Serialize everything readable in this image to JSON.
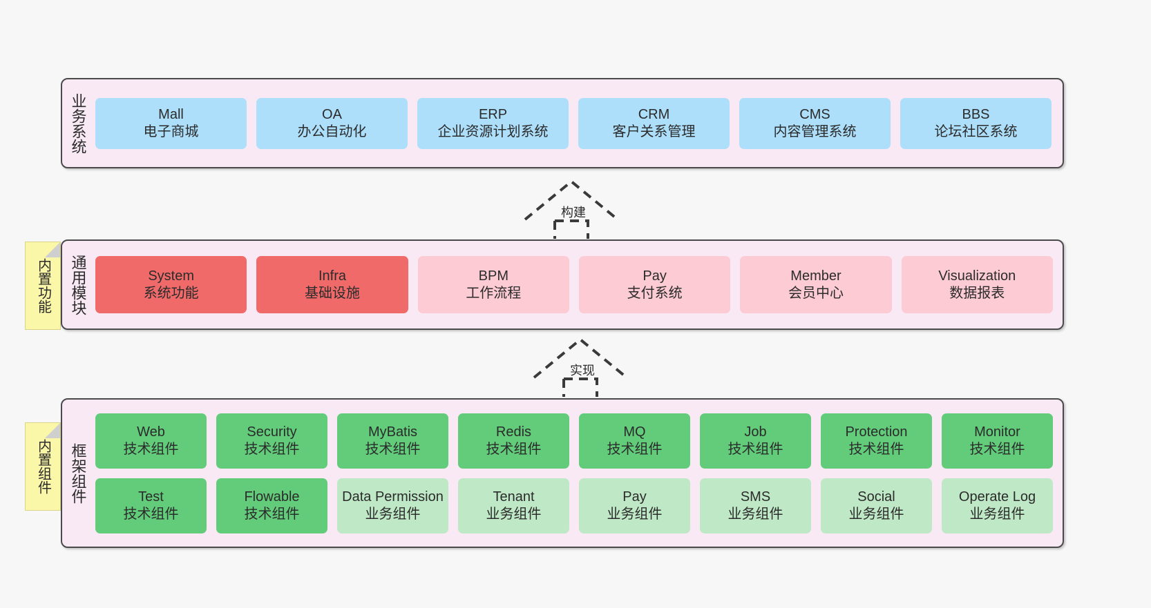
{
  "diagram": {
    "title": "",
    "background_color": "#f7f7f7",
    "layer_fill": "#f9e9f4",
    "layer_border": "#4a4a4a",
    "note_fill": "#fbf7a8"
  },
  "notes": [
    {
      "id": "note-features",
      "label": "内置功能"
    },
    {
      "id": "note-components",
      "label": "内置组件"
    }
  ],
  "connectors": [
    {
      "id": "arrow-build",
      "label": "构建",
      "style": "dashed-generalization"
    },
    {
      "id": "arrow-impl",
      "label": "实现",
      "style": "dashed-generalization"
    }
  ],
  "layers": [
    {
      "id": "layer-business",
      "title": "业务系统",
      "rows": [
        {
          "boxes": [
            {
              "en": "Mall",
              "cn": "电子商城",
              "color": "blue",
              "hex": "#addffb"
            },
            {
              "en": "OA",
              "cn": "办公自动化",
              "color": "blue",
              "hex": "#addffb"
            },
            {
              "en": "ERP",
              "cn": "企业资源计划系统",
              "color": "blue",
              "hex": "#addffb"
            },
            {
              "en": "CRM",
              "cn": "客户关系管理",
              "color": "blue",
              "hex": "#addffb"
            },
            {
              "en": "CMS",
              "cn": "内容管理系统",
              "color": "blue",
              "hex": "#addffb"
            },
            {
              "en": "BBS",
              "cn": "论坛社区系统",
              "color": "blue",
              "hex": "#addffb"
            }
          ]
        }
      ]
    },
    {
      "id": "layer-common",
      "title": "通用模块",
      "rows": [
        {
          "boxes": [
            {
              "en": "System",
              "cn": "系统功能",
              "color": "red",
              "hex": "#f16a6a"
            },
            {
              "en": "Infra",
              "cn": "基础设施",
              "color": "red",
              "hex": "#f16a6a"
            },
            {
              "en": "BPM",
              "cn": "工作流程",
              "color": "pink",
              "hex": "#fccbd4"
            },
            {
              "en": "Pay",
              "cn": "支付系统",
              "color": "pink",
              "hex": "#fccbd4"
            },
            {
              "en": "Member",
              "cn": "会员中心",
              "color": "pink",
              "hex": "#fccbd4"
            },
            {
              "en": "Visualization",
              "cn": "数据报表",
              "color": "pink",
              "hex": "#fccbd4"
            }
          ]
        }
      ]
    },
    {
      "id": "layer-framework",
      "title": "框架组件",
      "rows": [
        {
          "boxes": [
            {
              "en": "Web",
              "cn": "技术组件",
              "color": "green",
              "hex": "#62cc7b"
            },
            {
              "en": "Security",
              "cn": "技术组件",
              "color": "green",
              "hex": "#62cc7b"
            },
            {
              "en": "MyBatis",
              "cn": "技术组件",
              "color": "green",
              "hex": "#62cc7b"
            },
            {
              "en": "Redis",
              "cn": "技术组件",
              "color": "green",
              "hex": "#62cc7b"
            },
            {
              "en": "MQ",
              "cn": "技术组件",
              "color": "green",
              "hex": "#62cc7b"
            },
            {
              "en": "Job",
              "cn": "技术组件",
              "color": "green",
              "hex": "#62cc7b"
            },
            {
              "en": "Protection",
              "cn": "技术组件",
              "color": "green",
              "hex": "#62cc7b"
            },
            {
              "en": "Monitor",
              "cn": "技术组件",
              "color": "green",
              "hex": "#62cc7b"
            }
          ]
        },
        {
          "boxes": [
            {
              "en": "Test",
              "cn": "技术组件",
              "color": "green",
              "hex": "#62cc7b"
            },
            {
              "en": "Flowable",
              "cn": "技术组件",
              "color": "green",
              "hex": "#62cc7b"
            },
            {
              "en": "Data Permission",
              "cn": "业务组件",
              "color": "lightgreen",
              "hex": "#bfe9c6"
            },
            {
              "en": "Tenant",
              "cn": "业务组件",
              "color": "lightgreen",
              "hex": "#bfe9c6"
            },
            {
              "en": "Pay",
              "cn": "业务组件",
              "color": "lightgreen",
              "hex": "#bfe9c6"
            },
            {
              "en": "SMS",
              "cn": "业务组件",
              "color": "lightgreen",
              "hex": "#bfe9c6"
            },
            {
              "en": "Social",
              "cn": "业务组件",
              "color": "lightgreen",
              "hex": "#bfe9c6"
            },
            {
              "en": "Operate Log",
              "cn": "业务组件",
              "color": "lightgreen",
              "hex": "#bfe9c6"
            }
          ]
        }
      ]
    }
  ]
}
